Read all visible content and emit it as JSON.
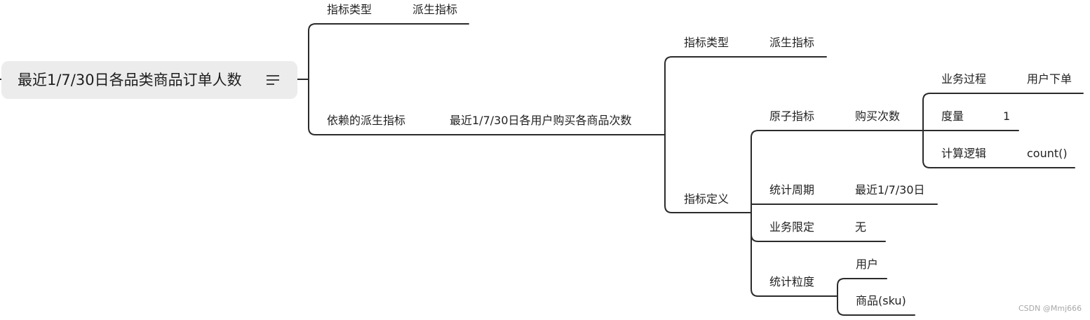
{
  "root": {
    "title": "最近1/7/30日各品类商品订单人数",
    "icon": "notes-lines-icon"
  },
  "branches": {
    "indicator_type_label": "指标类型",
    "indicator_type_value": "派生指标",
    "depends_label": "依赖的派生指标",
    "depends_value": "最近1/7/30日各用户购买各商品次数"
  },
  "sub": {
    "indicator_type_label": "指标类型",
    "indicator_type_value": "派生指标",
    "definition_label": "指标定义"
  },
  "definition": {
    "atomic_label": "原子指标",
    "atomic_value": "购买次数",
    "period_label": "统计周期",
    "period_value": "最近1/7/30日",
    "limit_label": "业务限定",
    "limit_value": "无",
    "granularity_label": "统计粒度",
    "granularity_items": [
      "用户",
      "商品(sku)"
    ]
  },
  "atomic": {
    "process_label": "业务过程",
    "process_value": "用户下单",
    "measure_label": "度量",
    "measure_value": "1",
    "logic_label": "计算逻辑",
    "logic_value": "count()"
  },
  "watermark": "CSDN @Mmj666"
}
